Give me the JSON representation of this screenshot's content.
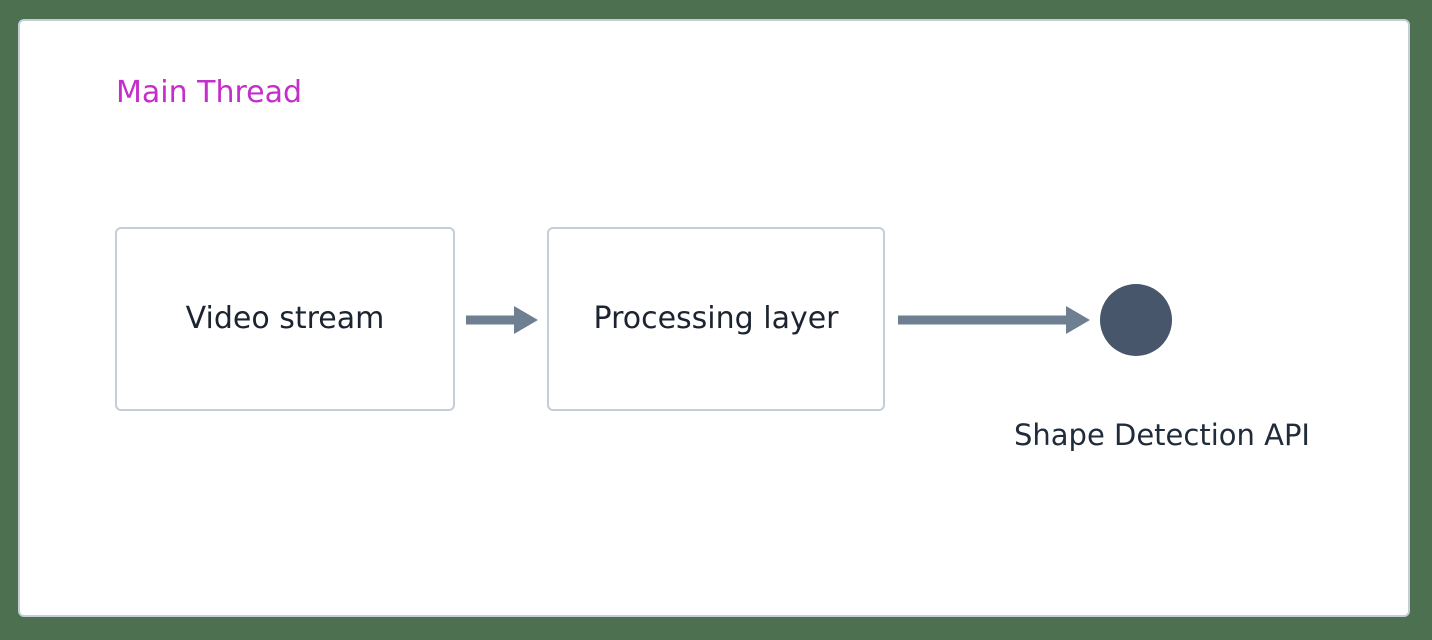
{
  "diagram": {
    "type": "flowchart",
    "direction": "left-to-right",
    "background_color": "#4c7050",
    "surface_color": "#ffffff",
    "border_color": "#c3ced9",
    "cluster": {
      "label": "Main Thread",
      "label_color": "#c42ecb"
    },
    "nodes": [
      {
        "id": "video-stream",
        "label": "Video stream",
        "shape": "rounded-rect",
        "text_color": "#1b2430",
        "border_color": "#c3ced9",
        "fill": "#ffffff"
      },
      {
        "id": "processing-layer",
        "label": "Processing layer",
        "shape": "rounded-rect",
        "text_color": "#1b2430",
        "border_color": "#c3ced9",
        "fill": "#ffffff"
      },
      {
        "id": "shape-detection-api",
        "label": "Shape Detection API",
        "shape": "circle",
        "fill": "#47566a",
        "text_color": "#212c3b"
      }
    ],
    "edges": [
      {
        "id": "edge-video-to-processing",
        "from": "video-stream",
        "to": "processing-layer",
        "label": "",
        "color": "#6e7f92",
        "arrowhead": "solid-triangle"
      },
      {
        "id": "edge-processing-to-api",
        "from": "processing-layer",
        "to": "shape-detection-api",
        "label": "",
        "color": "#6e7f92",
        "arrowhead": "solid-triangle"
      }
    ]
  }
}
